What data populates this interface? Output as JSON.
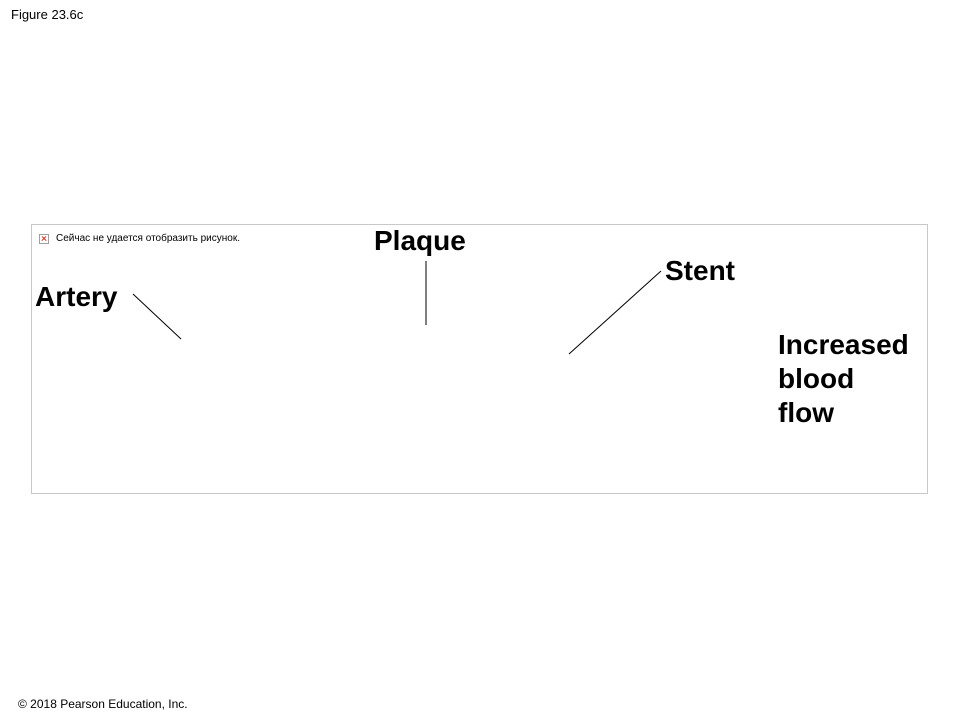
{
  "figure_label": "Figure 23.6c",
  "copyright": "© 2018 Pearson Education, Inc.",
  "image_placeholder": {
    "icon": "broken-image-icon",
    "message": "Сейчас не удается отобразить рисунок."
  },
  "callouts": {
    "artery": "Artery",
    "plaque": "Plaque",
    "stent": "Stent",
    "increased_blood_flow": [
      "Increased",
      "blood",
      "flow"
    ]
  }
}
